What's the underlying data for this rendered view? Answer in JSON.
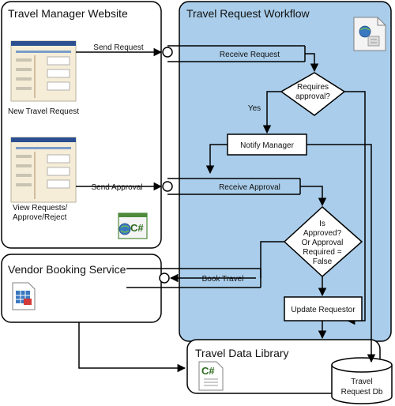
{
  "boxes": {
    "website": "Travel Manager Website",
    "workflow": "Travel Request Workflow",
    "vendor": "Vendor Booking Service",
    "library": "Travel Data Library"
  },
  "website": {
    "new_request": "New Travel Request",
    "view_line1": "View Requests/",
    "view_line2": "Approve/Reject"
  },
  "messages": {
    "send_request": "Send Request",
    "send_approval": "Send Approval",
    "book_travel": "Book Travel",
    "yes": "Yes"
  },
  "activities": {
    "receive_request": "Receive Request",
    "notify_manager": "Notify Manager",
    "receive_approval": "Receive Approval",
    "update_requestor": "Update Requestor"
  },
  "decisions": {
    "requires_line1": "Requires",
    "requires_line2": "approval?",
    "approved_line1": "Is",
    "approved_line2": "Approved?",
    "approved_line3": "Or Approval",
    "approved_line4": "Required =",
    "approved_line5": "False"
  },
  "database": {
    "line1": "Travel",
    "line2": "Request Db"
  },
  "icons": {
    "csharp_text": "C#"
  },
  "colors": {
    "workflow_fill": "#a9cdea",
    "form_header": "#2b4f91",
    "form_bg": "#f5edd7"
  }
}
